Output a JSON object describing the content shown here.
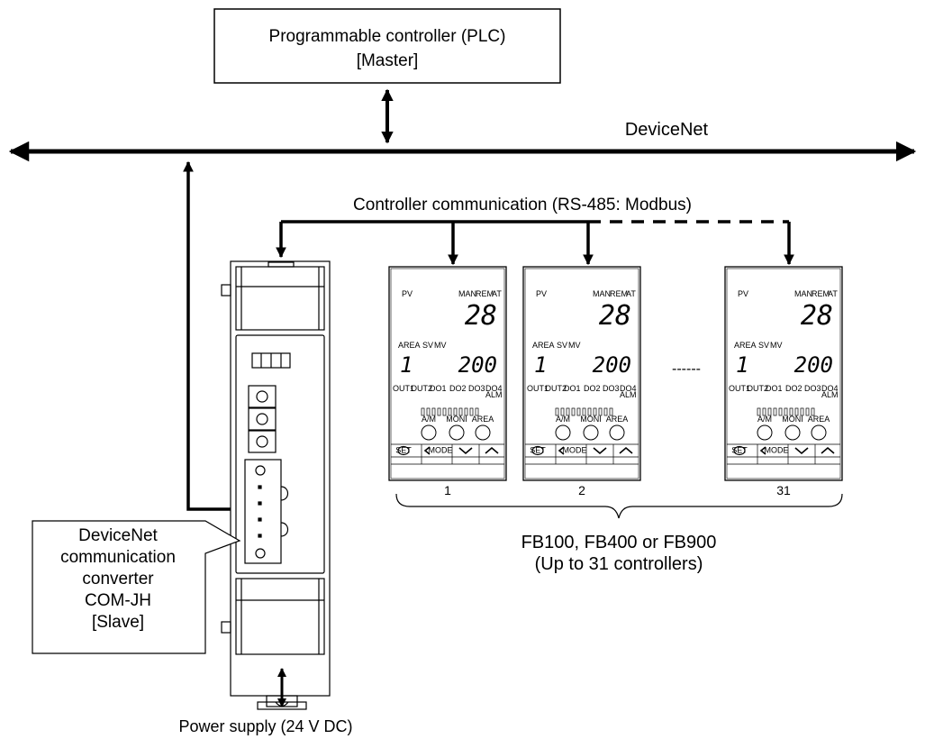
{
  "plc": {
    "line1": "Programmable controller (PLC)",
    "line2": "[Master]"
  },
  "bus": {
    "label": "DeviceNet"
  },
  "comm": {
    "label": "Controller communication (RS-485: Modbus)"
  },
  "power": {
    "label": "Power supply (24 V DC)"
  },
  "converter_label": {
    "lines": [
      "DeviceNet",
      "communication",
      "converter",
      "COM-JH",
      "[Slave]"
    ]
  },
  "controllers": {
    "labels": {
      "pv": "PV",
      "man": "MAN",
      "rem": "REM",
      "at": "AT",
      "area": "AREA",
      "sv": "SV",
      "mv": "MV",
      "out1": "OUT1",
      "out2": "OUT2",
      "do1": "DO1",
      "do2": "DO2",
      "do3": "DO3",
      "do4": "DO4",
      "alm": "ALM",
      "am": "A/M",
      "moni": "MONI",
      "areabtn": "AREA",
      "set": "SET",
      "mode": "MODE"
    },
    "display": {
      "pv": "28",
      "area": "1",
      "sv": "200"
    },
    "units": [
      {
        "number": "1"
      },
      {
        "number": "2"
      },
      {
        "number": "31"
      }
    ],
    "ellipsis": "------"
  },
  "group": {
    "line1": "FB100, FB400 or FB900",
    "line2": "(Up to 31 controllers)"
  }
}
